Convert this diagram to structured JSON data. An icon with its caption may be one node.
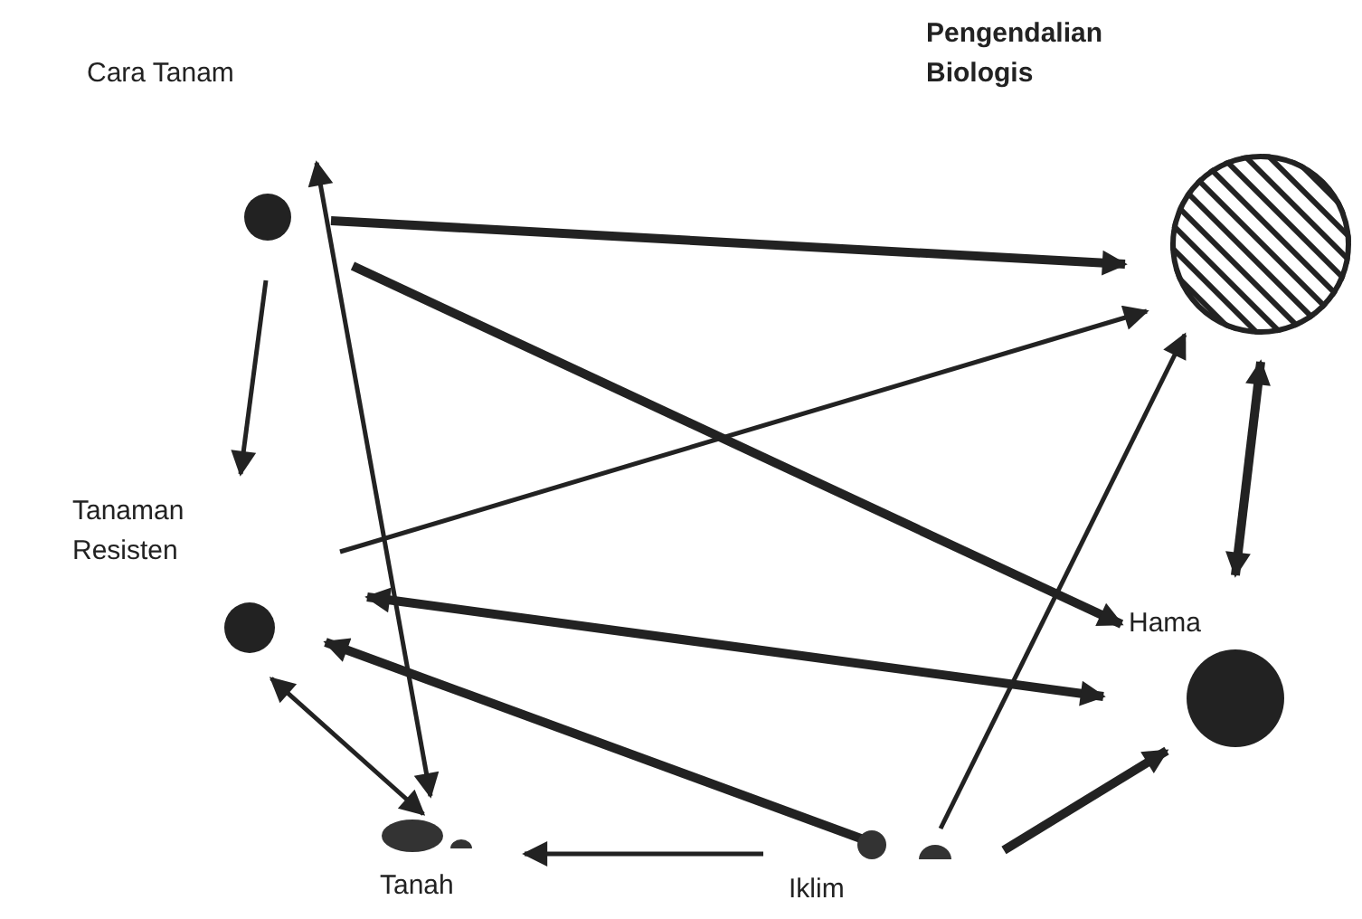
{
  "diagram": {
    "nodes": [
      {
        "text": [
          "Cara Tanam"
        ]
      },
      {
        "text": [
          "Pengendalian Biologis"
        ]
      },
      {
        "text": [
          "Tanaman Resisten"
        ]
      },
      {
        "text": [
          "Hama"
        ]
      },
      {
        "text": [
          "Tanah"
        ]
      },
      {
        "text": [
          "Iklim"
        ]
      }
    ],
    "edges": [
      {
        "from": 0,
        "to": 1,
        "arrow": "to",
        "style": "thick"
      },
      {
        "from": 0,
        "to": 3,
        "arrow": "to",
        "style": "thick"
      },
      {
        "from": 0,
        "to": 2,
        "arrow": "to"
      },
      {
        "from": 4,
        "to": 0,
        "arrow": "both"
      },
      {
        "from": 2,
        "to": 1,
        "arrow": "to"
      },
      {
        "from": 2,
        "to": 3,
        "arrow": "both",
        "style": "thick"
      },
      {
        "from": 5,
        "to": 2,
        "arrow": "to",
        "style": "thick"
      },
      {
        "from": 2,
        "to": 4,
        "arrow": "both"
      },
      {
        "from": 5,
        "to": 4,
        "arrow": "to"
      },
      {
        "from": 5,
        "to": 1,
        "arrow": "to"
      },
      {
        "from": 5,
        "to": 3,
        "arrow": "to",
        "style": "thick"
      },
      {
        "from": 1,
        "to": 3,
        "arrow": "both",
        "style": "thick"
      }
    ]
  }
}
